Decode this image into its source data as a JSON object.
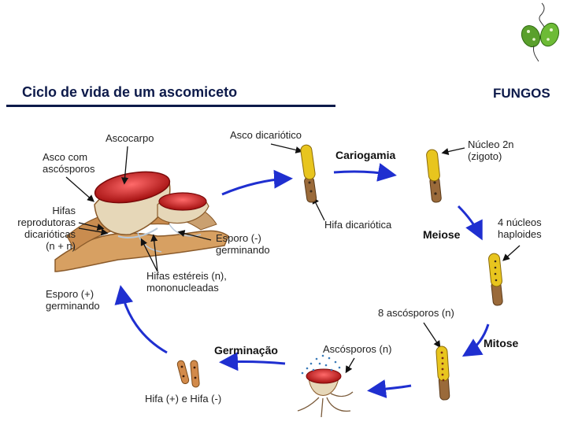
{
  "header": {
    "title": "Ciclo de vida de um ascomiceto",
    "section": "FUNGOS"
  },
  "labels": {
    "ascocarpo": "Ascocarpo",
    "asco_com_ascosporos": "Asco com\nascósporos",
    "hifas_reprodutoras": "Hifas\nreprodutoras\ndicarióticas\n(n + n)",
    "esporo_menos": "Esporo (-)\ngerminando",
    "hifas_estereis": "Hifas estéreis (n),\nmononucleadas",
    "esporo_mais": "Esporo (+)\ngerminando",
    "asco_dicariotico": "Asco dicariótico",
    "hifa_dicariotica": "Hifa dicariótica",
    "nucleo_2n": "Núcleo 2n\n(zigoto)",
    "quatro_nucleos": "4 núcleos\nhaploides",
    "oito_ascosporos": "8 ascósporos (n)",
    "ascosporos_n": "Ascósporos (n)",
    "hifa_mais_menos": "Hifa (+) e Hifa (-)"
  },
  "steps": {
    "cariogamia": "Cariogamia",
    "meiose": "Meiose",
    "mitose": "Mitose",
    "germinacao": "Germinação"
  },
  "colors": {
    "title": "#0d1a4a",
    "arrow": "#1f2fd0",
    "ascus_yellow": "#e8c51e",
    "hypha_brown": "#9a6a3a",
    "ascocarp_red": "#c81e1e",
    "logo_green": "#5aa02c"
  }
}
